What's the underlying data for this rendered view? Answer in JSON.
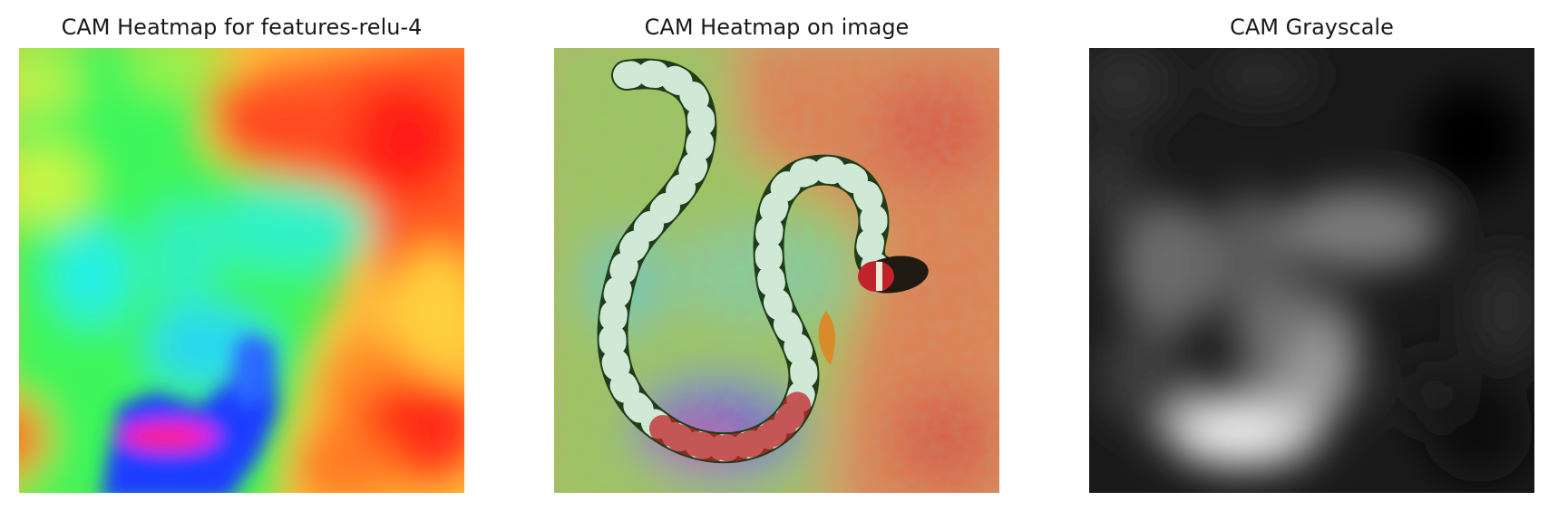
{
  "panels": [
    {
      "title": "CAM Heatmap for features-relu-4",
      "icon": "jet-colormap-heatmap"
    },
    {
      "title": "CAM Heatmap on image",
      "icon": "snake-photo-with-heatmap-overlay"
    },
    {
      "title": "CAM Grayscale",
      "icon": "grayscale-activation-map"
    }
  ],
  "colors": {
    "background": "#ffffff",
    "heat_red": "#ff2a1a",
    "heat_orange": "#ff8a24",
    "heat_yellow": "#f0f040",
    "heat_green": "#36f552",
    "heat_cyan": "#2af5e8",
    "heat_blue": "#1d4dff",
    "heat_magenta": "#ff1fd2",
    "snake_dark": "#1f3d18",
    "snake_light": "#cfe9d6",
    "snake_red": "#c0242a"
  }
}
